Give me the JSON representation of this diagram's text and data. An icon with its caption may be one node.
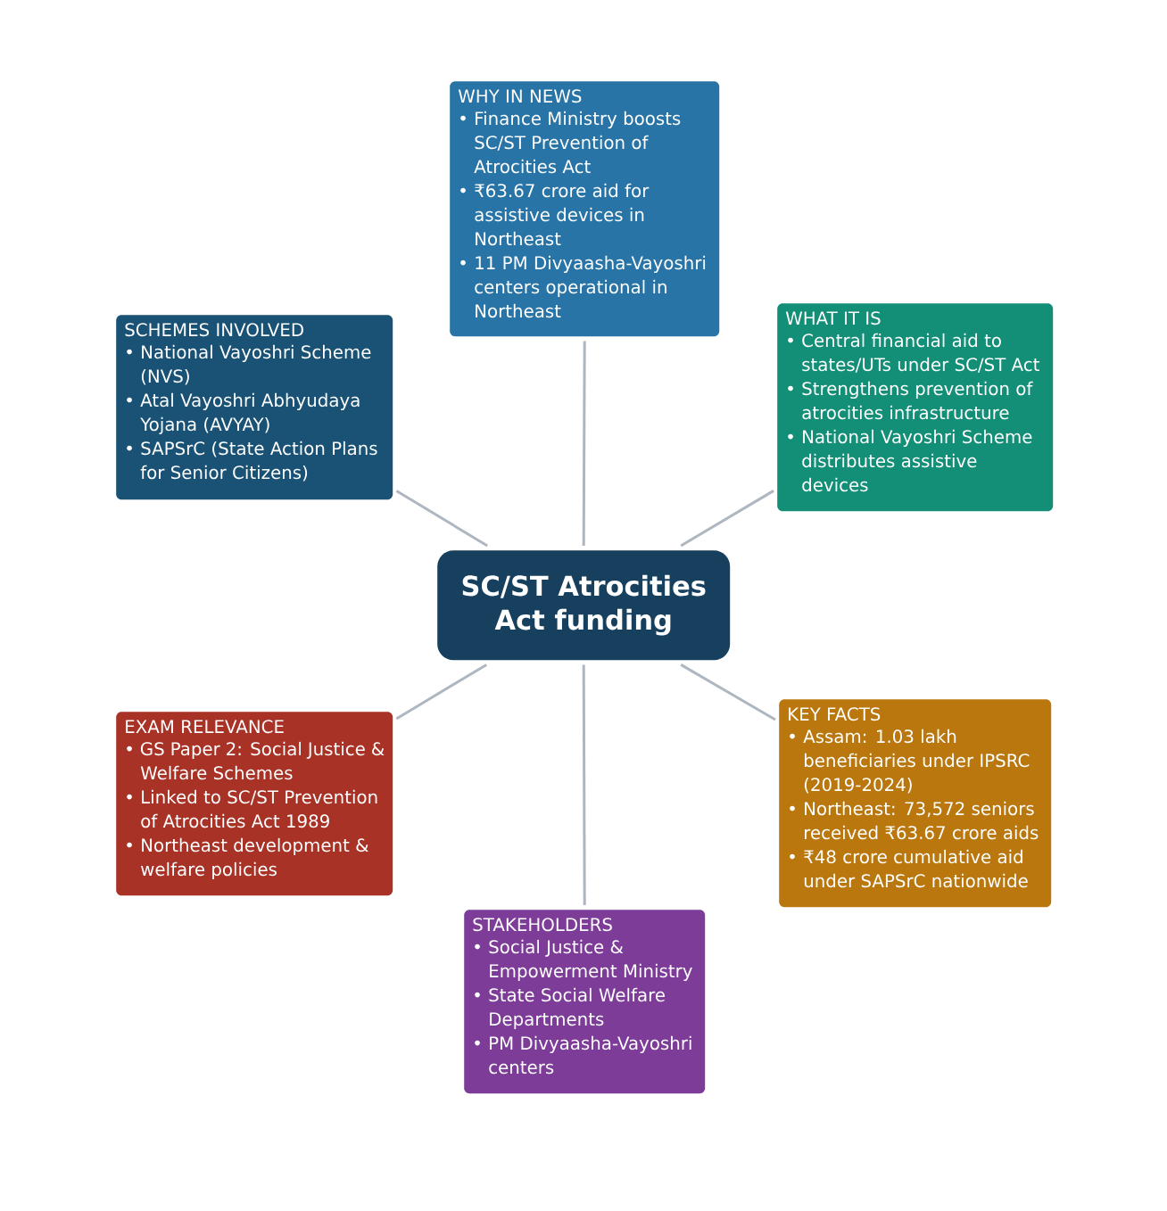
{
  "diagram": {
    "nodes": [
      {
        "text": [
          "SC/ST Atrocities Act funding"
        ]
      },
      {
        "text": [
          "WHY IN NEWS",
          "• Finance Ministry boosts SC/ST Prevention of Atrocities Act",
          "• ₹63.67 crore aid for assistive devices in Northeast",
          "• 11 PM Divyaasha-Vayoshri centers operational in Northeast"
        ]
      },
      {
        "text": [
          "WHAT IT IS",
          "• Central financial aid to states/UTs under SC/ST Act",
          "• Strengthens prevention of atrocities infrastructure",
          "• National Vayoshri Scheme distributes assistive devices"
        ]
      },
      {
        "text": [
          "KEY FACTS",
          "• Assam: 1.03 lakh beneficiaries under IPSRC (2019-2024)",
          "• Northeast: 73,572 seniors received ₹63.67 crore aids",
          "• ₹48 crore cumulative aid under SAPSrC nationwide"
        ]
      },
      {
        "text": [
          "STAKEHOLDERS",
          "• Social Justice & Empowerment Ministry",
          "• State Social Welfare Departments",
          "• PM Divyaasha-Vayoshri centers"
        ]
      },
      {
        "text": [
          "EXAM RELEVANCE",
          "• GS Paper 2: Social Justice & Welfare Schemes",
          "• Linked to SC/ST Prevention of Atrocities Act 1989",
          "• Northeast development & welfare policies"
        ]
      },
      {
        "text": [
          "SCHEMES INVOLVED",
          "• National Vayoshri Scheme (NVS)",
          "• Atal Vayoshri Abhyudaya Yojana (AVYAY)",
          "• SAPSrC (State Action Plans for Senior Citizens)"
        ]
      }
    ],
    "edges": [
      {
        "from": 0,
        "to": 1,
        "arrow": "none"
      },
      {
        "from": 0,
        "to": 2,
        "arrow": "none"
      },
      {
        "from": 0,
        "to": 3,
        "arrow": "none"
      },
      {
        "from": 0,
        "to": 4,
        "arrow": "none"
      },
      {
        "from": 0,
        "to": 5,
        "arrow": "none"
      },
      {
        "from": 0,
        "to": 6,
        "arrow": "none"
      }
    ]
  }
}
